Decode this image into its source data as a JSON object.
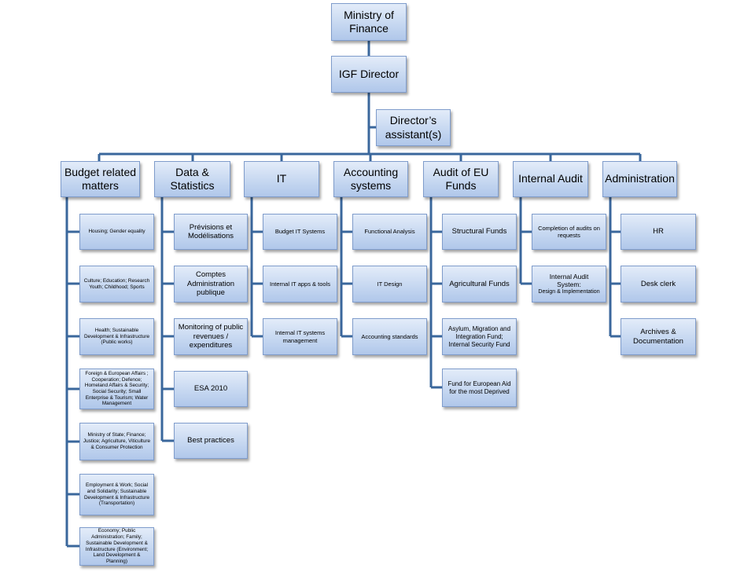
{
  "top": {
    "ministry": "Ministry of\nFinance",
    "director": "IGF Director",
    "assistant": "Director’s\nassistant(s)"
  },
  "departments": [
    {
      "label": "Budget related\nmatters",
      "children": [
        "Housing; Gender equality",
        "Culture; Education; Research\nYouth; Childhood; Sports",
        "Health; Sustainable\nDevelopment & Infrastructure\n(Public works)",
        "Foreign & European Affairs ;\nCooperation; Defence;\nHomeland Affairs & Security;\nSocial Security; Small\nEnterprise & Tourism; Water\nManagement",
        "Ministry of State; Finance;\nJustice; Agriculture, Viticulture\n& Consumer Protection",
        "Employment & Work; Social\nand Solidarity; Sustainable\nDevelopment & Infrastructure\n(Transportation)",
        "Economy; Public\nAdministration; Family;\nSustainable Development &\nInfrastructure (Environment;\nLand Development & Planning)"
      ]
    },
    {
      "label": "Data &\nStatistics",
      "children": [
        "Prévisions et\nModélisations",
        "Comptes\nAdministration\npublique",
        "Monitoring of public\nrevenues /\nexpenditures",
        "ESA 2010",
        "Best practices"
      ]
    },
    {
      "label": "IT",
      "children": [
        "Budget IT Systems",
        "Internal IT apps & tools",
        "Internal IT systems\nmanagement"
      ]
    },
    {
      "label": "Accounting\nsystems",
      "children": [
        "Functional Analysis",
        "IT Design",
        "Accounting standards"
      ]
    },
    {
      "label": "Audit of  EU\nFunds",
      "children": [
        "Structural Funds",
        "Agricultural Funds",
        "Asylum, Migration and\nIntegration Fund;\nInternal Security Fund",
        "Fund for European Aid\nfor the most Deprived"
      ]
    },
    {
      "label": "Internal Audit",
      "children": [
        "Completion of audits on\nrequests",
        {
          "main": "Internal Audit\nSystem:",
          "sub": "Design & Implementation"
        }
      ]
    },
    {
      "label": "Administration",
      "children": [
        "HR",
        "Desk clerk",
        "Archives &\nDocumentation"
      ]
    }
  ]
}
